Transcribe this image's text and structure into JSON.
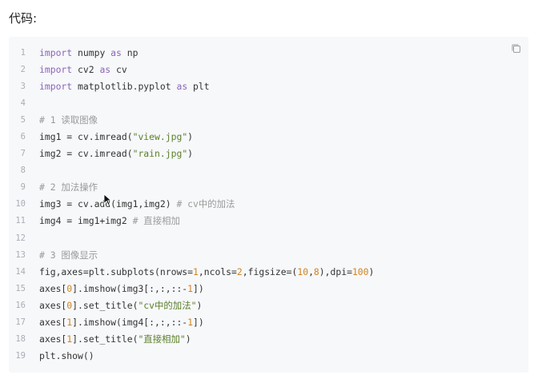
{
  "heading": "代码:",
  "copy_icon": "copy-icon",
  "colors": {
    "keyword": "#8a66b8",
    "string": "#5a7f2a",
    "number": "#d3821e",
    "comment": "#9a9a9a",
    "code_bg": "#f7f8fa"
  },
  "lines": [
    {
      "num": "1",
      "tokens": [
        {
          "t": "kw",
          "v": "import"
        },
        {
          "t": "p",
          "v": " numpy "
        },
        {
          "t": "kw",
          "v": "as"
        },
        {
          "t": "p",
          "v": " np"
        }
      ]
    },
    {
      "num": "2",
      "tokens": [
        {
          "t": "kw",
          "v": "import"
        },
        {
          "t": "p",
          "v": " cv2 "
        },
        {
          "t": "kw",
          "v": "as"
        },
        {
          "t": "p",
          "v": " cv"
        }
      ]
    },
    {
      "num": "3",
      "tokens": [
        {
          "t": "kw",
          "v": "import"
        },
        {
          "t": "p",
          "v": " matplotlib.pyplot "
        },
        {
          "t": "kw",
          "v": "as"
        },
        {
          "t": "p",
          "v": " plt"
        }
      ]
    },
    {
      "num": "4",
      "tokens": []
    },
    {
      "num": "5",
      "tokens": [
        {
          "t": "cm",
          "v": "# 1 读取图像"
        }
      ]
    },
    {
      "num": "6",
      "tokens": [
        {
          "t": "p",
          "v": "img1 = cv.imread("
        },
        {
          "t": "str",
          "v": "\"view.jpg\""
        },
        {
          "t": "p",
          "v": ")"
        }
      ]
    },
    {
      "num": "7",
      "tokens": [
        {
          "t": "p",
          "v": "img2 = cv.imread("
        },
        {
          "t": "str",
          "v": "\"rain.jpg\""
        },
        {
          "t": "p",
          "v": ")"
        }
      ]
    },
    {
      "num": "8",
      "tokens": []
    },
    {
      "num": "9",
      "tokens": [
        {
          "t": "cm",
          "v": "# 2 加法操作"
        }
      ]
    },
    {
      "num": "10",
      "tokens": [
        {
          "t": "p",
          "v": "img3 = cv.add(img1,img2) "
        },
        {
          "t": "cm",
          "v": "# cv中的加法"
        }
      ]
    },
    {
      "num": "11",
      "tokens": [
        {
          "t": "p",
          "v": "img4 = img1+img2 "
        },
        {
          "t": "cm",
          "v": "# 直接相加"
        }
      ]
    },
    {
      "num": "12",
      "tokens": []
    },
    {
      "num": "13",
      "tokens": [
        {
          "t": "cm",
          "v": "# 3 图像显示"
        }
      ]
    },
    {
      "num": "14",
      "tokens": [
        {
          "t": "p",
          "v": "fig,axes=plt.subplots(nrows="
        },
        {
          "t": "num",
          "v": "1"
        },
        {
          "t": "p",
          "v": ",ncols="
        },
        {
          "t": "num",
          "v": "2"
        },
        {
          "t": "p",
          "v": ",figsize=("
        },
        {
          "t": "num",
          "v": "10"
        },
        {
          "t": "p",
          "v": ","
        },
        {
          "t": "num",
          "v": "8"
        },
        {
          "t": "p",
          "v": "),dpi="
        },
        {
          "t": "num",
          "v": "100"
        },
        {
          "t": "p",
          "v": ")"
        }
      ]
    },
    {
      "num": "15",
      "tokens": [
        {
          "t": "p",
          "v": "axes["
        },
        {
          "t": "num",
          "v": "0"
        },
        {
          "t": "p",
          "v": "].imshow(img3[:,:,::-"
        },
        {
          "t": "num",
          "v": "1"
        },
        {
          "t": "p",
          "v": "])"
        }
      ]
    },
    {
      "num": "16",
      "tokens": [
        {
          "t": "p",
          "v": "axes["
        },
        {
          "t": "num",
          "v": "0"
        },
        {
          "t": "p",
          "v": "].set_title("
        },
        {
          "t": "str",
          "v": "\"cv中的加法\""
        },
        {
          "t": "p",
          "v": ")"
        }
      ]
    },
    {
      "num": "17",
      "tokens": [
        {
          "t": "p",
          "v": "axes["
        },
        {
          "t": "num",
          "v": "1"
        },
        {
          "t": "p",
          "v": "].imshow(img4[:,:,::-"
        },
        {
          "t": "num",
          "v": "1"
        },
        {
          "t": "p",
          "v": "])"
        }
      ]
    },
    {
      "num": "18",
      "tokens": [
        {
          "t": "p",
          "v": "axes["
        },
        {
          "t": "num",
          "v": "1"
        },
        {
          "t": "p",
          "v": "].set_title("
        },
        {
          "t": "str",
          "v": "\"直接相加\""
        },
        {
          "t": "p",
          "v": ")"
        }
      ]
    },
    {
      "num": "19",
      "tokens": [
        {
          "t": "p",
          "v": "plt.show()"
        }
      ]
    }
  ]
}
